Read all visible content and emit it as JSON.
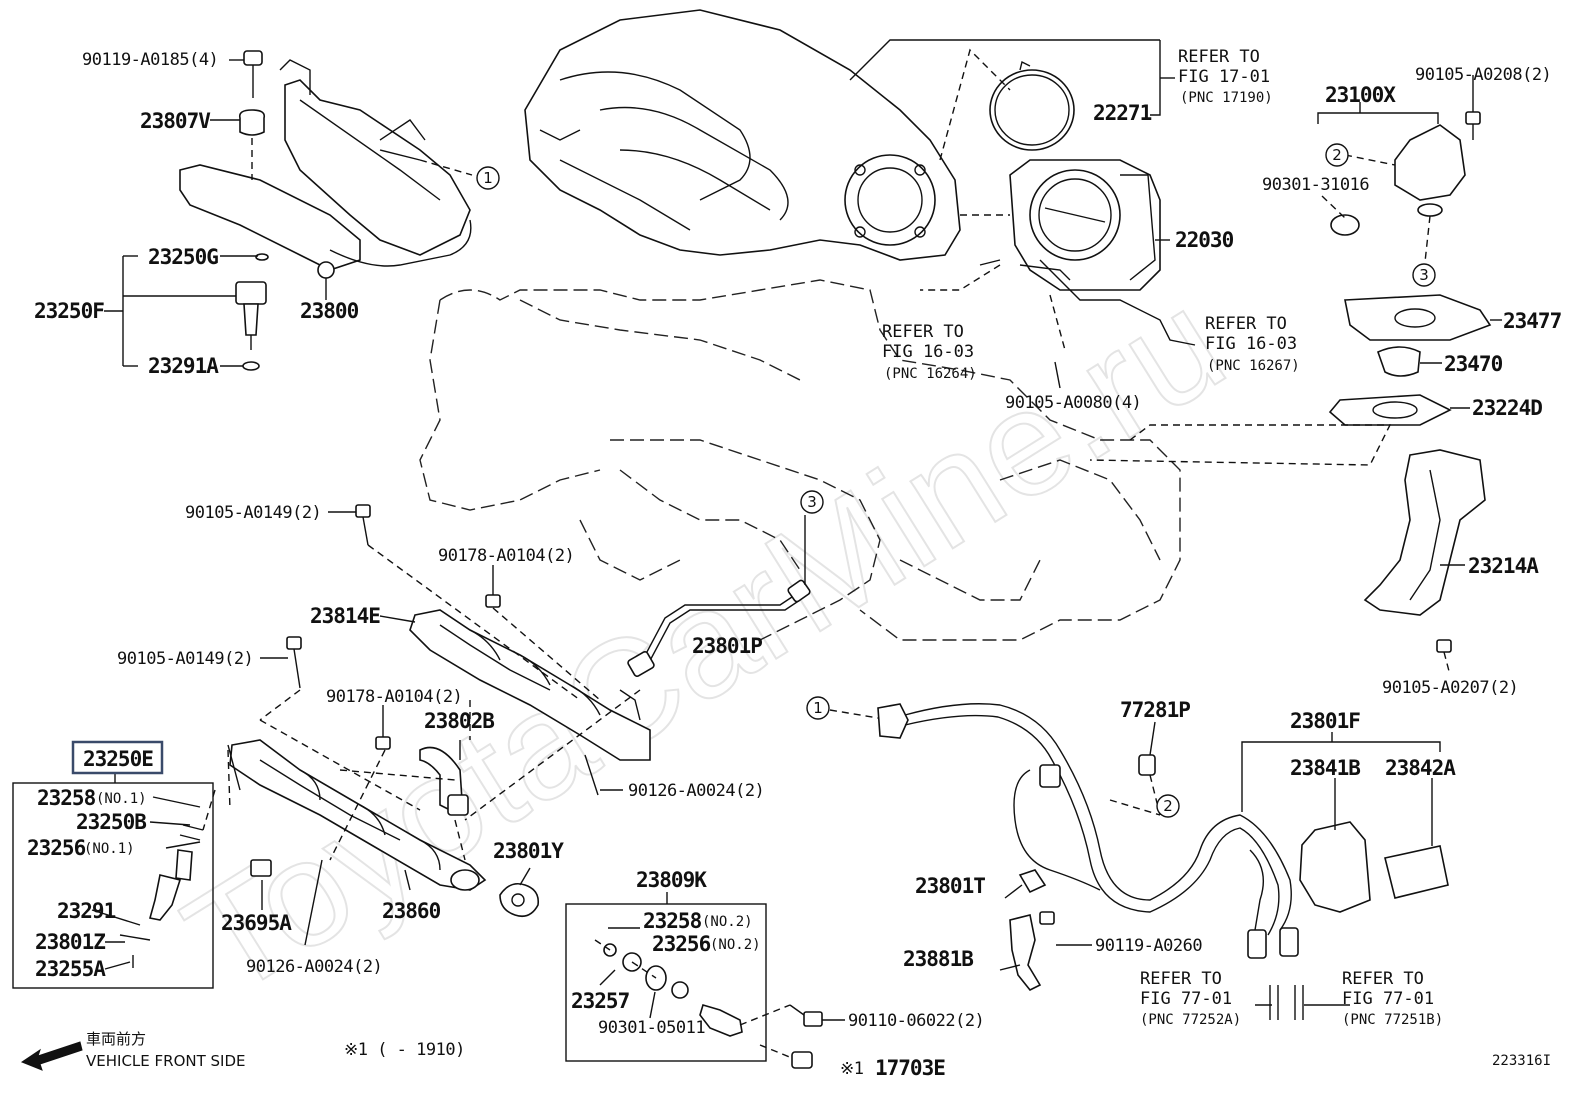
{
  "watermark": "ToyotaCarMine.ru",
  "footer": {
    "direction_jp": "車両前方",
    "direction_en": "VEHICLE FRONT SIDE",
    "note": "※1 (    - 1910)",
    "figure_code": "223316I"
  },
  "callouts": [
    "1",
    "2",
    "3"
  ],
  "references": {
    "r17": [
      "REFER TO",
      "FIG 17-01",
      "(PNC 17190)"
    ],
    "r16a": [
      "REFER TO",
      "FIG 16-03",
      "(PNC 16264)"
    ],
    "r16b": [
      "REFER TO",
      "FIG 16-03",
      "(PNC 16267)"
    ],
    "r77a": [
      "REFER TO",
      "FIG 77-01",
      "(PNC 77252A)"
    ],
    "r77b": [
      "REFER TO",
      "FIG 77-01",
      "(PNC 77251B)"
    ]
  },
  "parts": {
    "p90119_a0185": "90119-A0185(4)",
    "p23807v": "23807V",
    "p23250g": "23250G",
    "p23250f": "23250F",
    "p23800": "23800",
    "p23291a": "23291A",
    "p22271": "22271",
    "p22030": "22030",
    "p90105_a0080": "90105-A0080(4)",
    "p23100x": "23100X",
    "p90105_a0208": "90105-A0208(2)",
    "p90301_31016": "90301-31016",
    "p23477": "23477",
    "p23470": "23470",
    "p23224d": "23224D",
    "p23214a": "23214A",
    "p90105_a0207": "90105-A0207(2)",
    "p90105_a0149_top": "90105-A0149(2)",
    "p90178_a0104_top": "90178-A0104(2)",
    "p23814e": "23814E",
    "p23801p": "23801P",
    "p90105_a0149_left": "90105-A0149(2)",
    "p90178_a0104_mid": "90178-A0104(2)",
    "p23802b": "23802B",
    "p90126_a0024_right": "90126-A0024(2)",
    "p23250e": "23250E",
    "p23258_no1": "23258",
    "p23258_no1_tag": "(NO.1)",
    "p23250b": "23250B",
    "p23256_no1": "23256",
    "p23256_no1_tag": "(NO.1)",
    "p23291": "23291",
    "p23801z": "23801Z",
    "p23255a": "23255A",
    "p23695a": "23695A",
    "p23860": "23860",
    "p90126_a0024_bottom": "90126-A0024(2)",
    "p23801y": "23801Y",
    "p23809k": "23809K",
    "p23258_no2": "23258",
    "p23258_no2_tag": "(NO.2)",
    "p23256_no2": "23256",
    "p23256_no2_tag": "(NO.2)",
    "p23257": "23257",
    "p90301_05011": "90301-05011",
    "p90110_06022": "90110-06022(2)",
    "p17703e_mark": "※1",
    "p17703e": "17703E",
    "p77281p": "77281P",
    "p23801f": "23801F",
    "p23841b": "23841B",
    "p23842a": "23842A",
    "p23801t": "23801T",
    "p90119_a0260": "90119-A0260",
    "p23881b": "23881B"
  }
}
